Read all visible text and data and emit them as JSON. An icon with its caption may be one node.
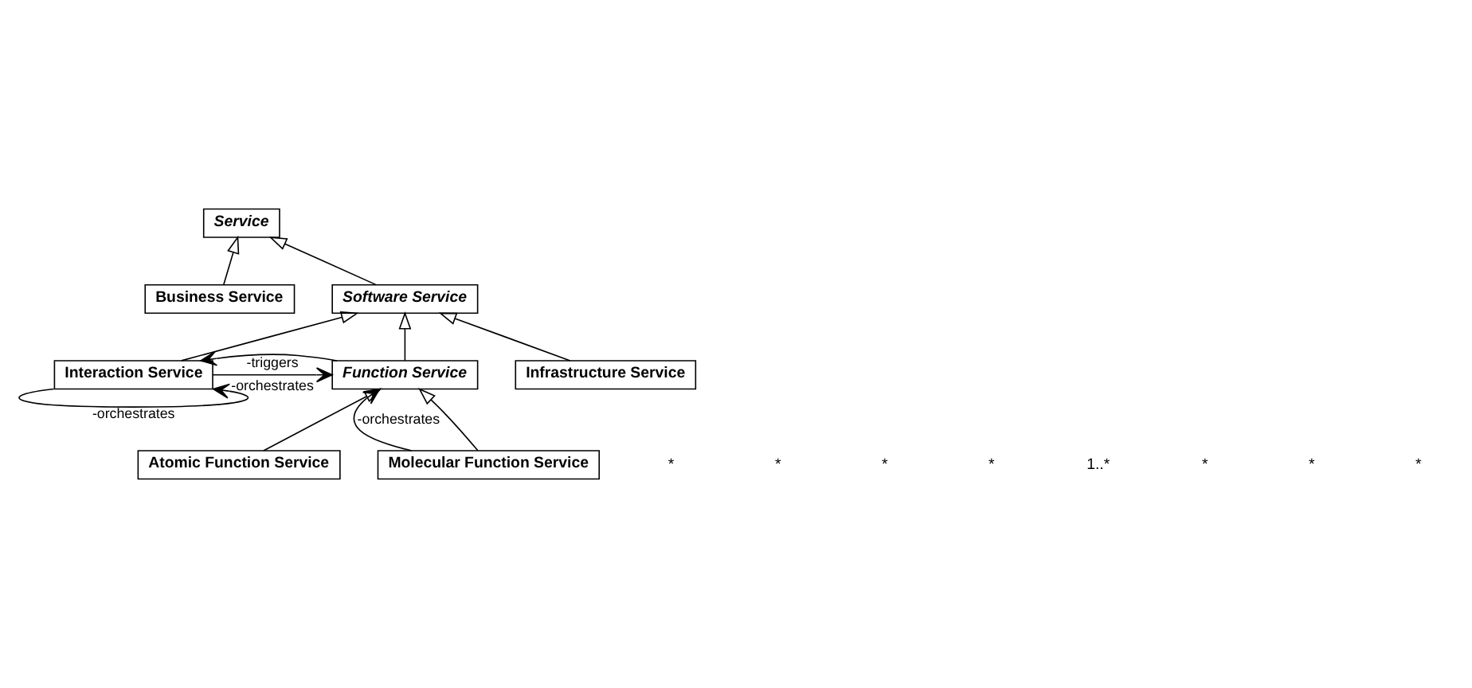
{
  "diagram": {
    "nodes": [
      {
        "text": [
          "Service"
        ]
      },
      {
        "text": [
          "Business Service"
        ]
      },
      {
        "text": [
          "Software Service"
        ]
      },
      {
        "text": [
          "Interaction Service"
        ]
      },
      {
        "text": [
          "Function Service"
        ]
      },
      {
        "text": [
          "Infrastructure Service"
        ]
      },
      {
        "text": [
          "Atomic Function Service"
        ]
      },
      {
        "text": [
          "Molecular Function Service"
        ]
      }
    ],
    "edges": [
      {
        "from": 1,
        "to": 0,
        "arrow": "to"
      },
      {
        "from": 2,
        "to": 0,
        "arrow": "to"
      },
      {
        "from": 3,
        "to": 2,
        "arrow": "to"
      },
      {
        "from": 4,
        "to": 2,
        "arrow": "to"
      },
      {
        "from": 5,
        "to": 2,
        "arrow": "to"
      },
      {
        "from": 3,
        "to": 4,
        "arrow": "to",
        "label": "-orchestrates"
      },
      {
        "from": 4,
        "to": 3,
        "arrow": "to",
        "label": "-triggers"
      },
      {
        "from": 3,
        "to": 3,
        "arrow": "to",
        "label": "-orchestrates"
      },
      {
        "from": 7,
        "to": 4,
        "arrow": "to",
        "label": "-orchestrates"
      },
      {
        "from": 6,
        "to": 4,
        "arrow": "to"
      },
      {
        "from": 7,
        "to": 4,
        "arrow": "to"
      }
    ],
    "labels": [
      "*",
      "*",
      "*",
      "*",
      "1..*",
      "*",
      "*",
      "*"
    ]
  }
}
